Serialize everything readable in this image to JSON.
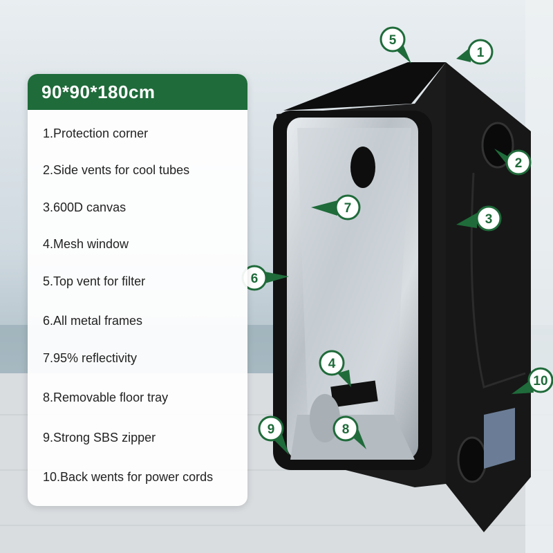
{
  "card": {
    "title": "90*90*180cm",
    "features": [
      "1.Protection corner",
      "2.Side vents for cool tubes",
      "3.600D canvas",
      "4.Mesh window",
      "5.Top vent for filter",
      "6.All metal frames",
      "7.95% reflectivity",
      "8.Removable floor tray",
      "9.Strong SBS zipper",
      "10.Back wents for power cords"
    ]
  },
  "callouts": [
    "1",
    "2",
    "3",
    "4",
    "5",
    "6",
    "7",
    "8",
    "9",
    "10"
  ],
  "colors": {
    "accent": "#1f6b3a",
    "tent": "#111111",
    "interior": "#c9ced3",
    "sky": "#cfd8df",
    "sea": "#7f9aa4"
  }
}
